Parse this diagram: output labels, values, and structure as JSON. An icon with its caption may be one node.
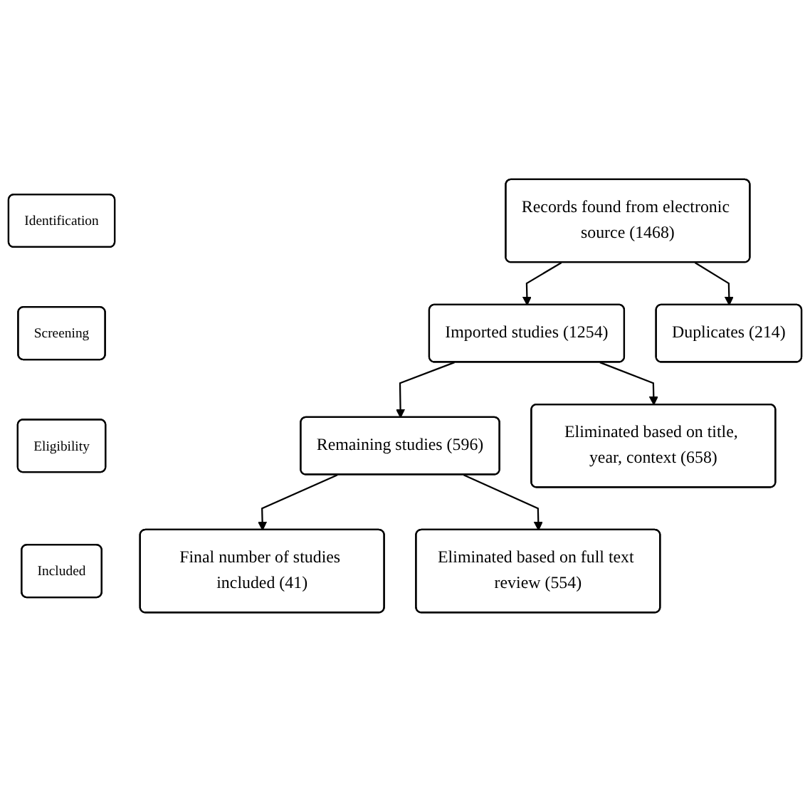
{
  "diagram": {
    "nodes": [
      {
        "text": [
          "Identification"
        ]
      },
      {
        "text": [
          "Records found from electronic source (1468)"
        ]
      },
      {
        "text": [
          "Duplicates (214)"
        ]
      },
      {
        "text": [
          "Screening"
        ]
      },
      {
        "text": [
          "Imported studies (1254)"
        ]
      },
      {
        "text": [
          "Eliminated based on title, year, context (658)"
        ]
      },
      {
        "text": [
          "Eligibility"
        ]
      },
      {
        "text": [
          "Remaining studies (596)"
        ]
      },
      {
        "text": [
          "Eliminated based on full text review (554)"
        ]
      },
      {
        "text": [
          "Included"
        ]
      },
      {
        "text": [
          "Final number of studies included (41)"
        ]
      }
    ],
    "edges": [
      {
        "from": 1,
        "to": 4,
        "arrow": "to"
      },
      {
        "from": 1,
        "to": 2,
        "arrow": "to"
      },
      {
        "from": 4,
        "to": 7,
        "arrow": "to"
      },
      {
        "from": 4,
        "to": 5,
        "arrow": "to"
      },
      {
        "from": 7,
        "to": 10,
        "arrow": "to"
      },
      {
        "from": 7,
        "to": 8,
        "arrow": "to"
      }
    ]
  }
}
